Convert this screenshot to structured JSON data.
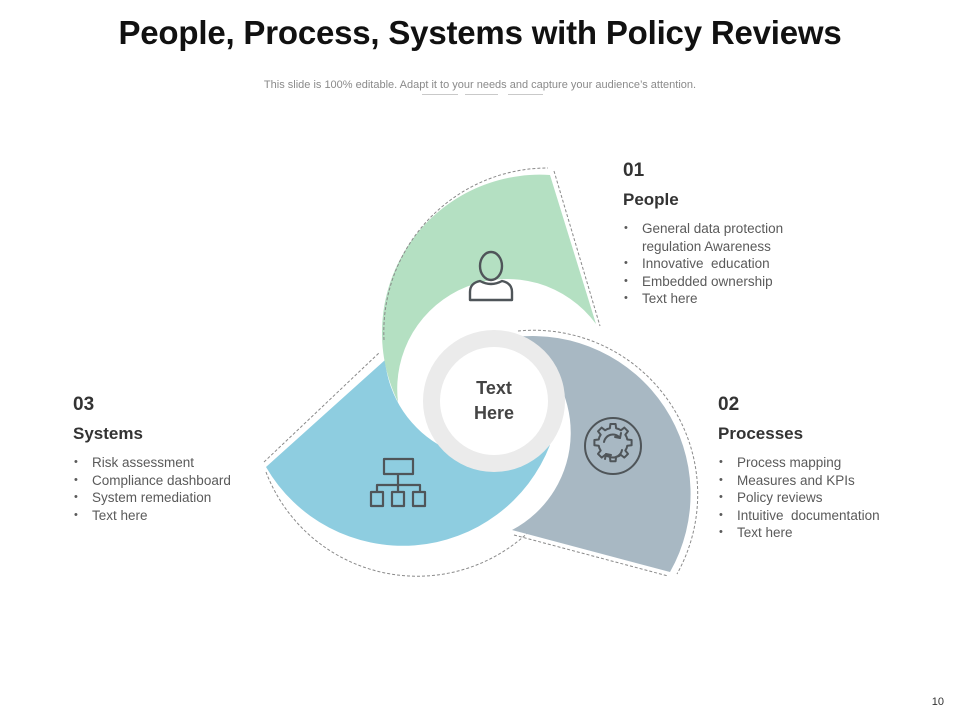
{
  "slide": {
    "title": "People, Process, Systems with Policy Reviews",
    "subtitle": "This slide is 100% editable. Adapt it to your needs and capture your audience’s attention.",
    "page_number": "10"
  },
  "center": {
    "label": "Text\nHere"
  },
  "segments": [
    {
      "id": "people",
      "number": "01",
      "title": "People",
      "icon": "person-icon",
      "color": "#b4e0c2",
      "bullets": [
        "General data protection\nregulation Awareness",
        "Innovative  education",
        "Embedded ownership",
        "Text here"
      ]
    },
    {
      "id": "processes",
      "number": "02",
      "title": "Processes",
      "icon": "gear-icon",
      "color": "#a8b8c3",
      "bullets": [
        "Process mapping",
        "Measures and KPIs",
        "Policy reviews",
        "Intuitive  documentation",
        "Text here"
      ]
    },
    {
      "id": "systems",
      "number": "03",
      "title": "Systems",
      "icon": "hierarchy-icon",
      "color": "#8ecde0",
      "bullets": [
        "Risk assessment",
        "Compliance dashboard",
        "System remediation",
        "Text here"
      ]
    }
  ]
}
